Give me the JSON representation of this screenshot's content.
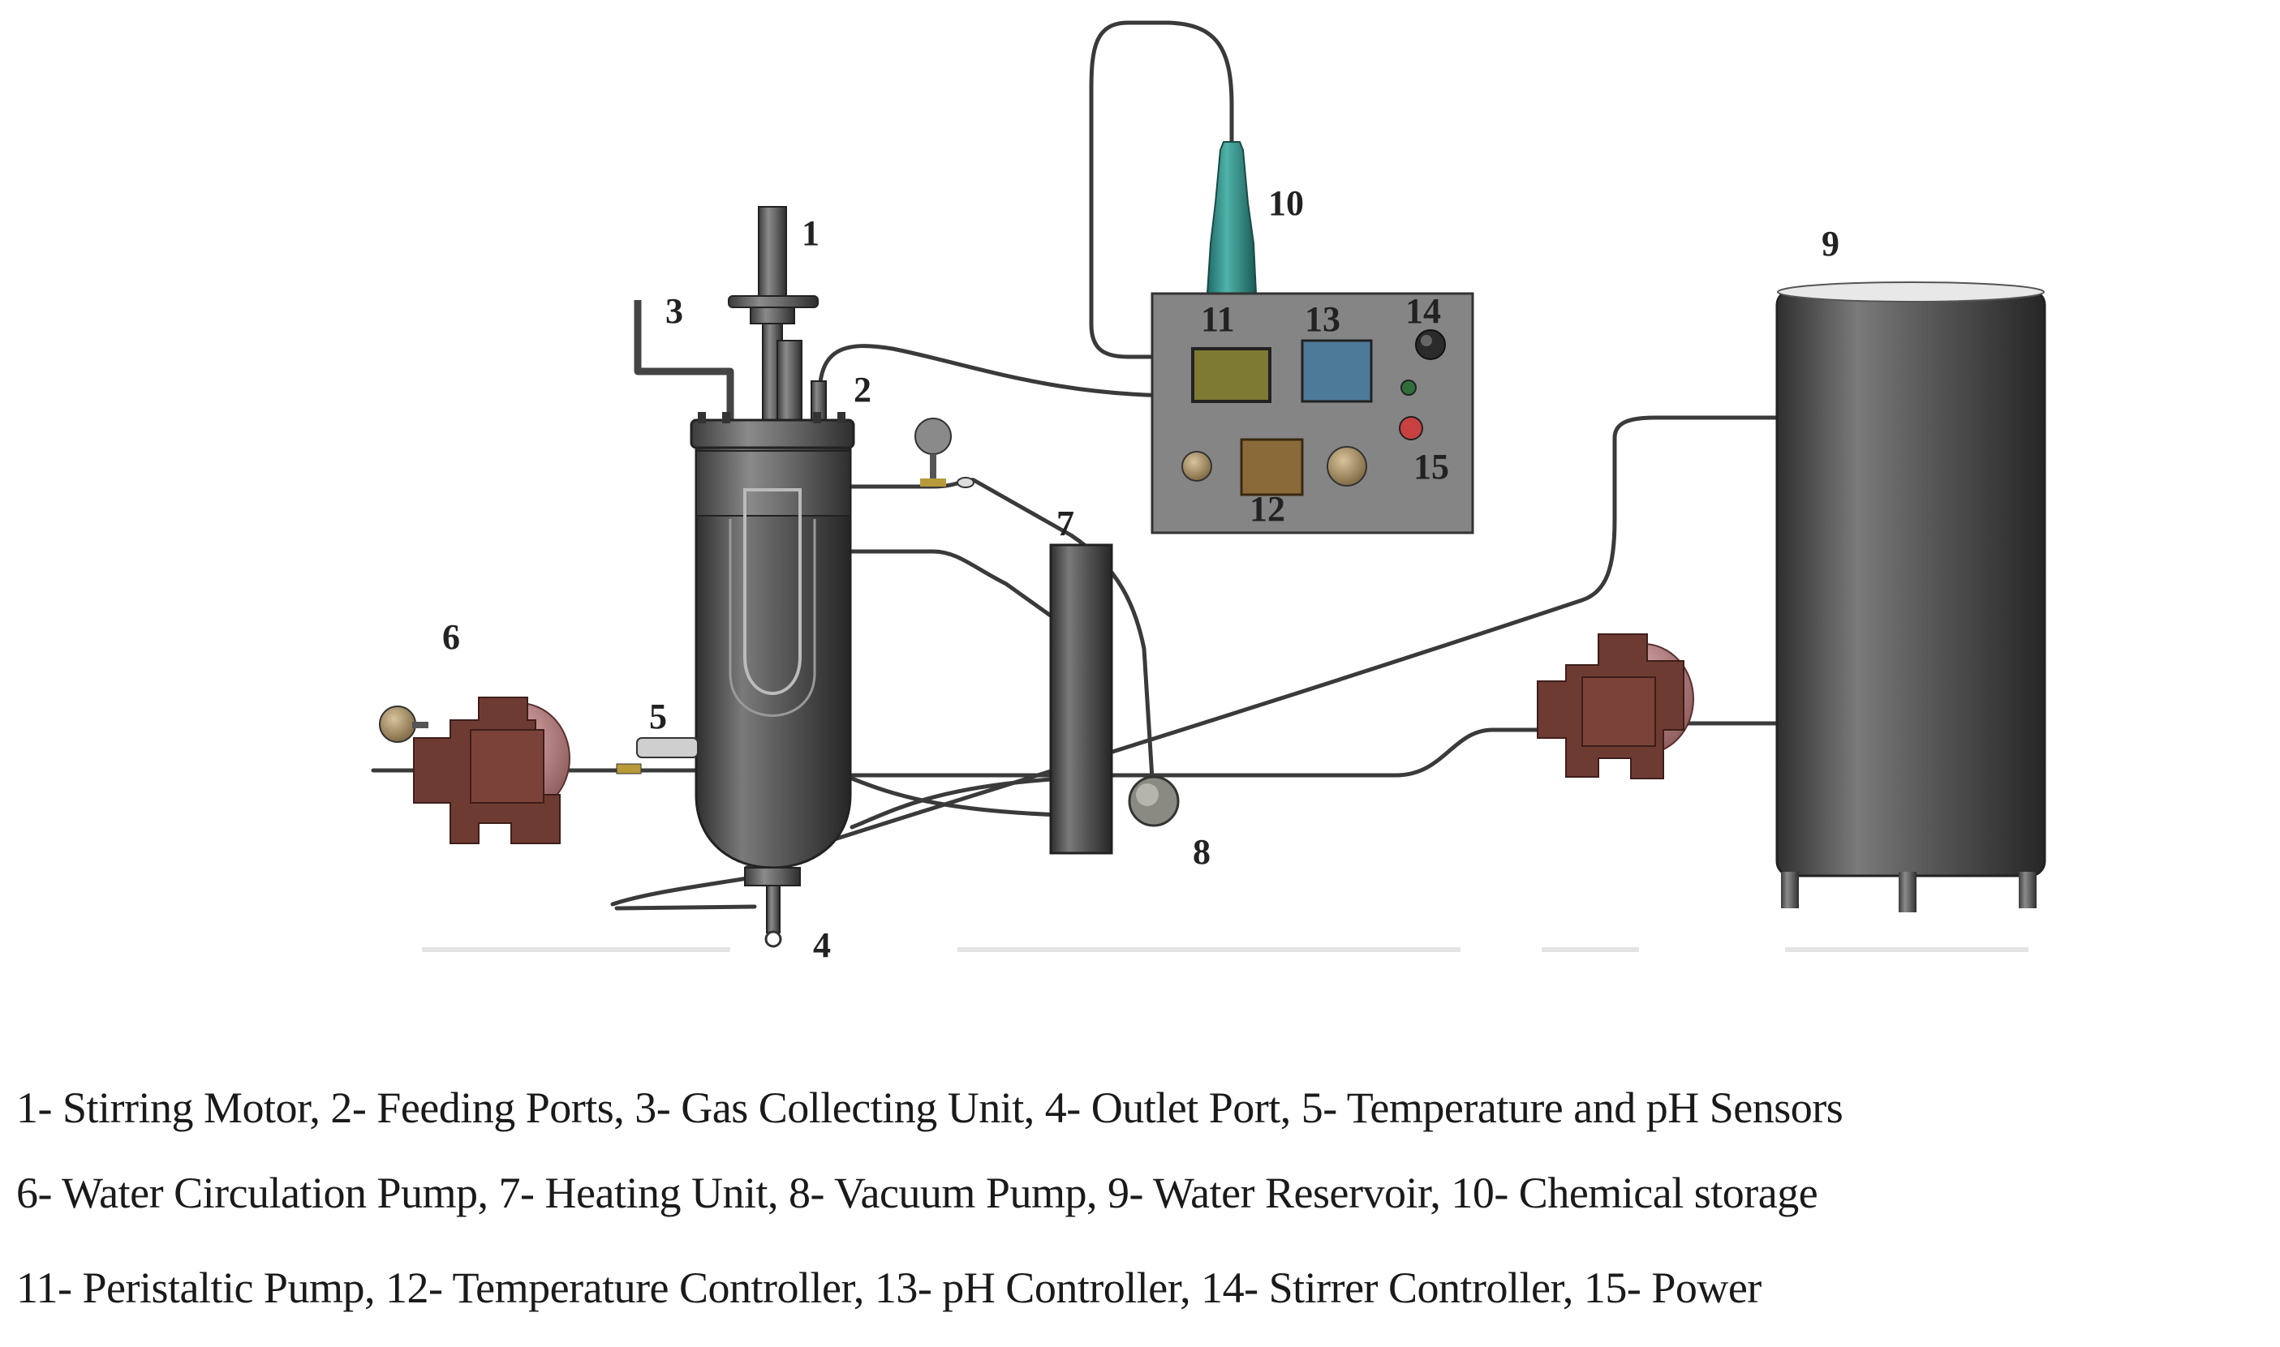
{
  "labels": {
    "n1": "1",
    "n2": "2",
    "n3": "3",
    "n4": "4",
    "n5": "5",
    "n6": "6",
    "n7": "7",
    "n8": "8",
    "n9": "9",
    "n10": "10",
    "n11": "11",
    "n12": "12",
    "n13": "13",
    "n14": "14",
    "n15": "15"
  },
  "legend": {
    "line1": "1- Stirring Motor, 2- Feeding Ports, 3- Gas Collecting Unit, 4- Outlet Port, 5- Temperature and pH Sensors",
    "line2": "6- Water Circulation Pump, 7- Heating Unit, 8- Vacuum Pump,  9- Water Reservoir, 10- Chemical storage",
    "line3": "11-    Peristaltic Pump, 12- Temperature Controller, 13- pH Controller, 14- Stirrer Controller, 15- Power"
  },
  "colors": {
    "metal": "#5a5a5a",
    "pump": "#6e3b33",
    "panel": "#858585",
    "pipe": "#3a3a3a"
  }
}
